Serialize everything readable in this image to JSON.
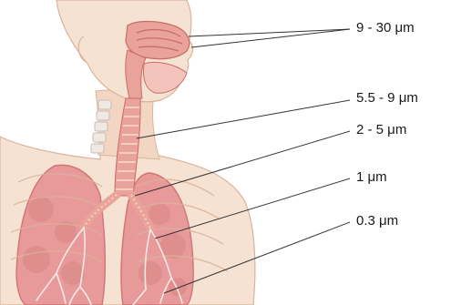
{
  "labels": [
    {
      "id": "nasal",
      "text": "9 - 30 μm"
    },
    {
      "id": "trachea",
      "text": "5.5 - 9 μm"
    },
    {
      "id": "bronchi",
      "text": "2 - 5 μm"
    },
    {
      "id": "bronchioles",
      "text": "1 μm"
    },
    {
      "id": "alveoli",
      "text": "0.3 μm"
    }
  ],
  "colors": {
    "skin": "#f6e2d2",
    "skin_shadow": "#ecc9b2",
    "skin_outline": "#d9b49c",
    "lung": "#e89a9a",
    "lung_dark": "#d07474",
    "airway": "#e9a39b",
    "cartilage": "#f4cfc4",
    "bronchiole_line": "#f6e8e6",
    "bone": "#efe8e3",
    "leader_line": "#333333"
  }
}
